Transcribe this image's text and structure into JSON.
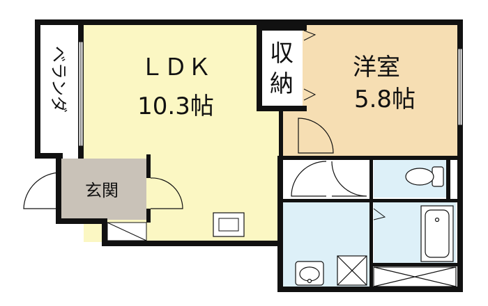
{
  "rooms": {
    "ldk": {
      "name": "ＬＤＫ",
      "size": "10.3帖",
      "color": "#FBF7C3"
    },
    "western": {
      "name": "洋室",
      "size": "5.8帖",
      "color": "#F6DEB3"
    },
    "storage": {
      "name_line1": "収",
      "name_line2": "納"
    },
    "veranda": {
      "name": "ベランダ"
    },
    "entrance": {
      "name": "玄関",
      "color": "#C9C2B8"
    }
  },
  "colors": {
    "wall": "#111111",
    "wet_area": "#DDF0F8",
    "background": "#FFFFFF"
  }
}
